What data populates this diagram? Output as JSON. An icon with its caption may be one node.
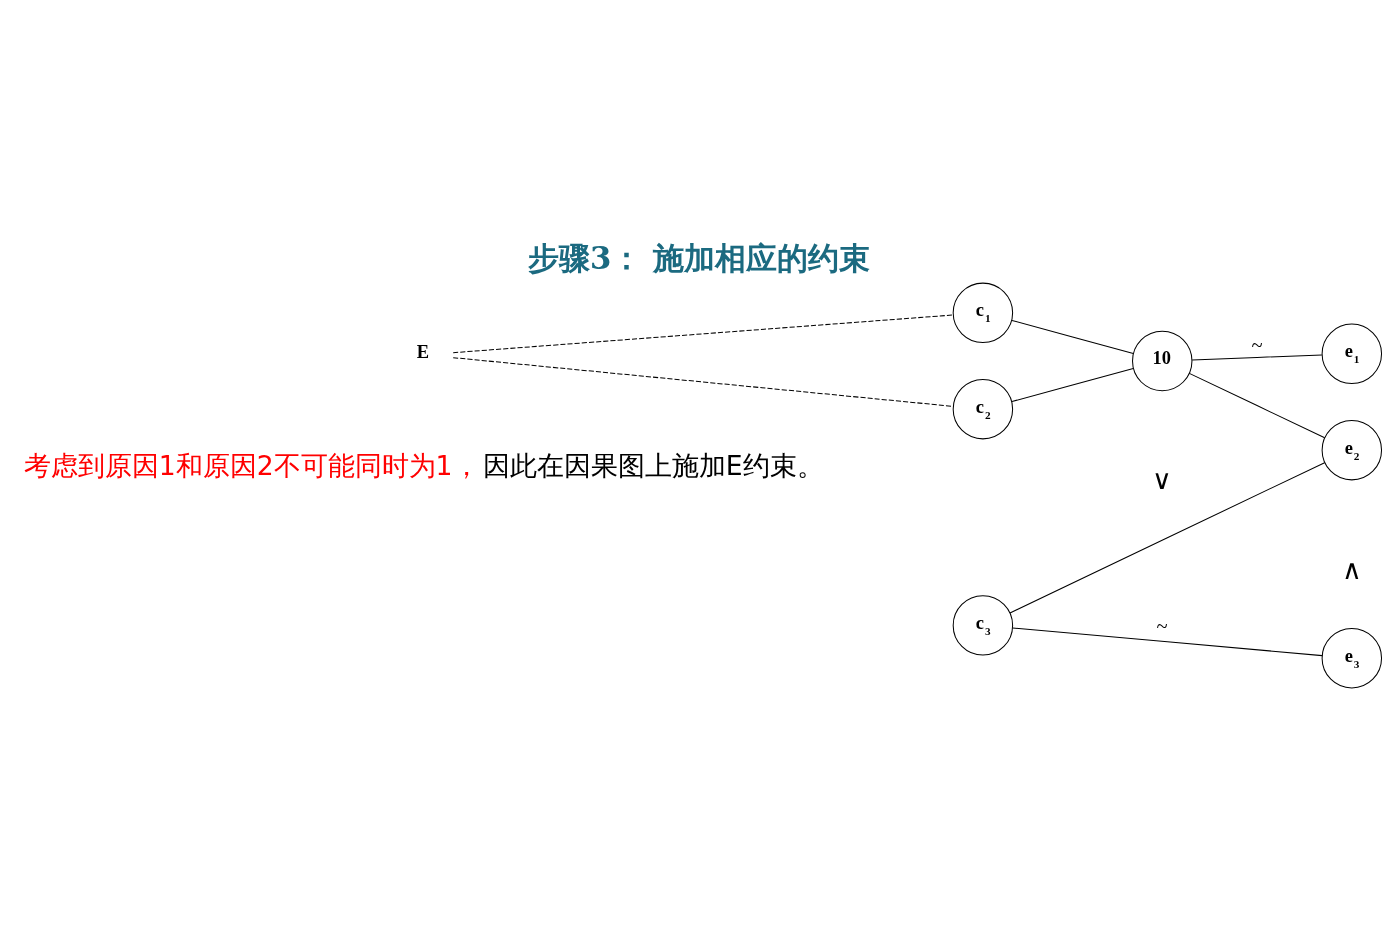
{
  "diagram": {
    "title": "步骤3： 施加相应的约束",
    "nodes": [
      {
        "text": [
          "E"
        ]
      },
      {
        "text": [
          "c$_{1}$"
        ]
      },
      {
        "text": [
          "c$_{2}$"
        ]
      },
      {
        "text": [
          "c$_{3}$"
        ]
      },
      {
        "text": [
          "10"
        ]
      },
      {
        "text": [
          "e$_{1}$"
        ]
      },
      {
        "text": [
          "e$_{2}$"
        ]
      },
      {
        "text": [
          "e$_{3}$"
        ]
      }
    ],
    "edges": [
      {
        "from": 0,
        "to": 1,
        "arrow": "none",
        "style": "dashed"
      },
      {
        "from": 0,
        "to": 2,
        "arrow": "none",
        "style": "dashed"
      },
      {
        "from": 1,
        "to": 4,
        "arrow": "none"
      },
      {
        "from": 2,
        "to": 4,
        "arrow": "none"
      },
      {
        "from": 4,
        "to": 5,
        "arrow": "none",
        "label": "~"
      },
      {
        "from": 4,
        "to": 6,
        "arrow": "none"
      },
      {
        "from": 3,
        "to": 6,
        "arrow": "none"
      },
      {
        "from": 3,
        "to": 7,
        "arrow": "none",
        "label": "~"
      }
    ],
    "labels": [
      "∨",
      "∧",
      "考虑到原因1和原因2不可能同时为1，",
      "因此在因果图上施加E约束。"
    ]
  }
}
